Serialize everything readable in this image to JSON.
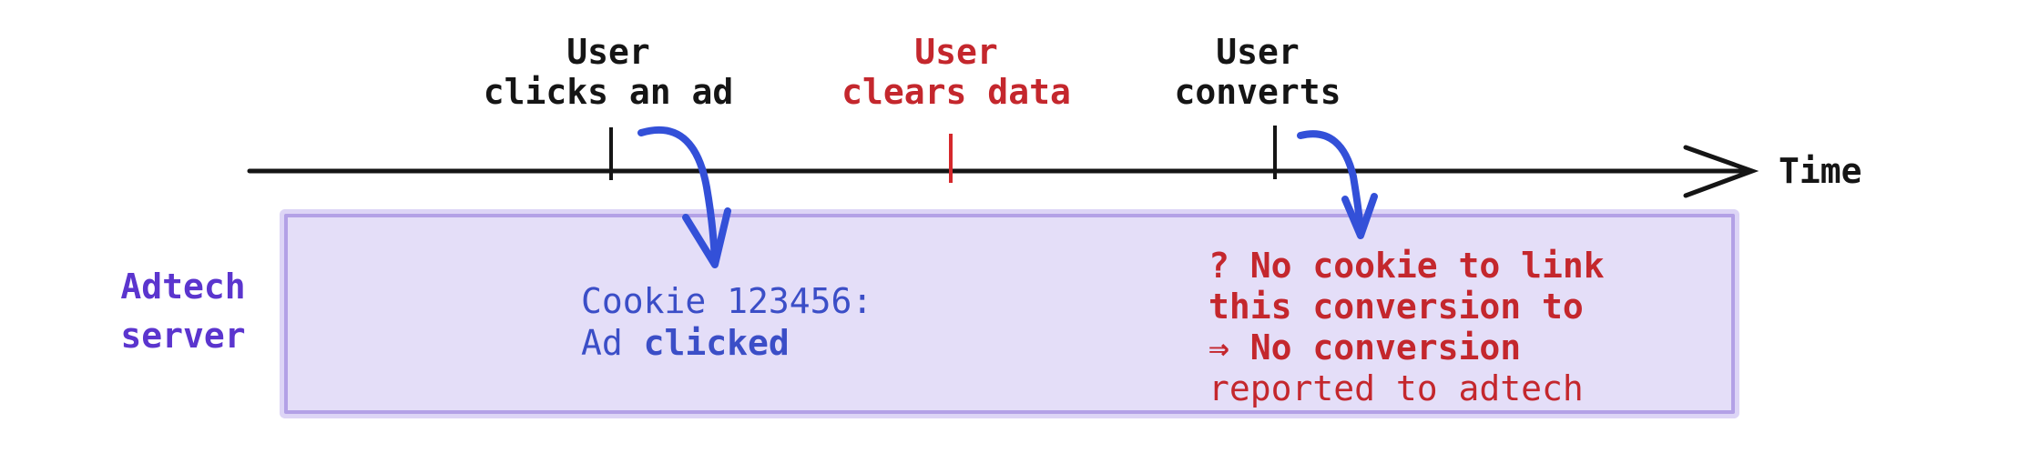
{
  "colors": {
    "timeline_black": "#151515",
    "event_red": "#c4272d",
    "tick_red": "#d5282c",
    "note_blue": "#3b4ec7",
    "arrow_blue": "#3350d8",
    "adtech_purple": "#5b35ce",
    "box_fill": "#e4def8",
    "box_border": "#b3a1e6"
  },
  "timeline": {
    "time_label": "Time",
    "events": [
      {
        "id": "click",
        "label": "User\nclicks an ad"
      },
      {
        "id": "clear",
        "label": "User\nclears data"
      },
      {
        "id": "convert",
        "label": "User\nconverts"
      }
    ]
  },
  "adtech": {
    "label": "Adtech\nserver",
    "cookie_note": {
      "line1": "Cookie 123456:",
      "line2_prefix": "Ad ",
      "line2_emphasis": "clicked"
    },
    "warning_note": {
      "line1": "? No cookie to link",
      "line2": "this conversion to",
      "line3": "⇒ No conversion",
      "line4": "reported to adtech"
    }
  }
}
